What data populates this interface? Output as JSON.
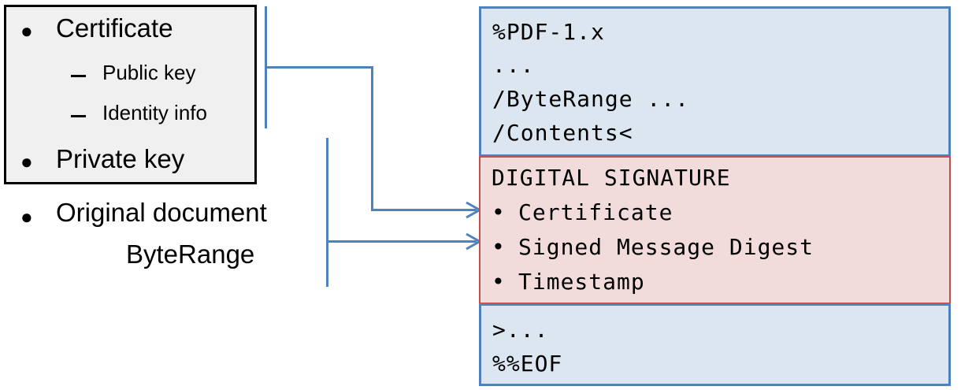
{
  "signer": {
    "items": [
      {
        "label": "Certificate",
        "level": 1,
        "marker": "bullet"
      },
      {
        "label": "Public key",
        "level": 2,
        "marker": "dash"
      },
      {
        "label": "Identity info",
        "level": 2,
        "marker": "dash"
      },
      {
        "label": "Private key",
        "level": 1,
        "marker": "bullet"
      }
    ]
  },
  "outside": {
    "items": [
      {
        "label": "Original document",
        "marker": "bullet"
      },
      {
        "label": "ByteRange",
        "marker": "none"
      }
    ]
  },
  "pdf": {
    "header_block": {
      "lines": [
        "%PDF-1.x",
        "...",
        "/ByteRange ...",
        "/Contents<"
      ]
    },
    "signature_block": {
      "title": "DIGITAL SIGNATURE",
      "bullets": [
        "Certificate",
        "Signed Message Digest",
        "Timestamp"
      ]
    },
    "trailer_block": {
      "lines": [
        ">...",
        "%%EOF"
      ]
    }
  },
  "connectors": {
    "arrow_1_target": "Certificate",
    "arrow_2_target": "Signed Message Digest"
  },
  "colors": {
    "signer_box_fill": "#f0f0f0",
    "signer_box_border": "#000000",
    "pdf_blue_fill": "#dce6f1",
    "pdf_blue_border": "#4f81bd",
    "pdf_red_fill": "#f2dcdb",
    "pdf_red_border": "#c0504d",
    "connector_line": "#4f81bd",
    "text": "#000000"
  }
}
